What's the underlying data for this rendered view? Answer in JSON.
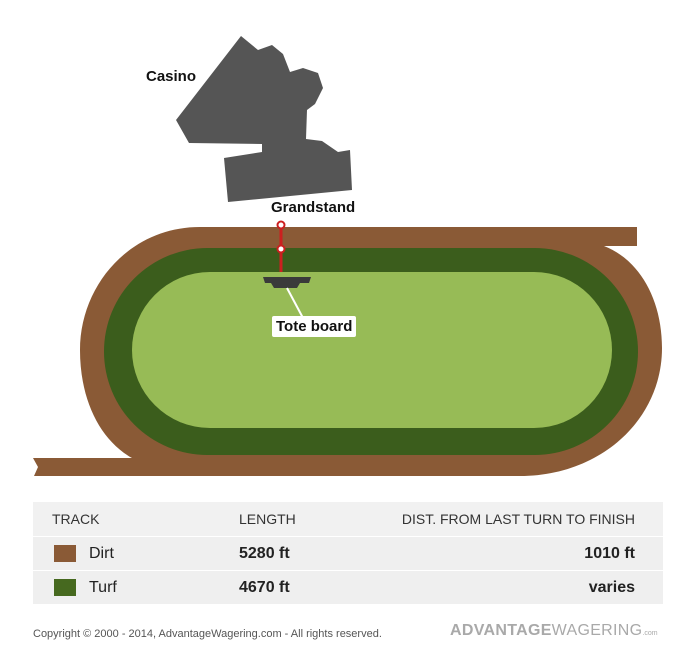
{
  "diagram": {
    "labels": {
      "casino": "Casino",
      "grandstand": "Grandstand",
      "tote_board": "Tote board"
    },
    "colors": {
      "dirt": "#8a5a36",
      "turf_dark": "#3b5d1c",
      "turf_infield": "#97bb56",
      "building": "#555555",
      "pole": "#cc1f1f"
    }
  },
  "table": {
    "headers": {
      "track": "TRACK",
      "length": "LENGTH",
      "dist": "DIST. FROM LAST TURN TO FINISH"
    },
    "rows": [
      {
        "name": "Dirt",
        "length": "5280 ft",
        "dist": "1010 ft",
        "color": "#8a5a36"
      },
      {
        "name": "Turf",
        "length": "4670 ft",
        "dist": "varies",
        "color": "#46691f"
      }
    ]
  },
  "footer": {
    "copyright": "Copyright © 2000 - 2014, AdvantageWagering.com - All rights reserved.",
    "brand_bold": "ADVANTAGE",
    "brand_light": "WAGERING",
    "brand_suffix": ".com"
  }
}
